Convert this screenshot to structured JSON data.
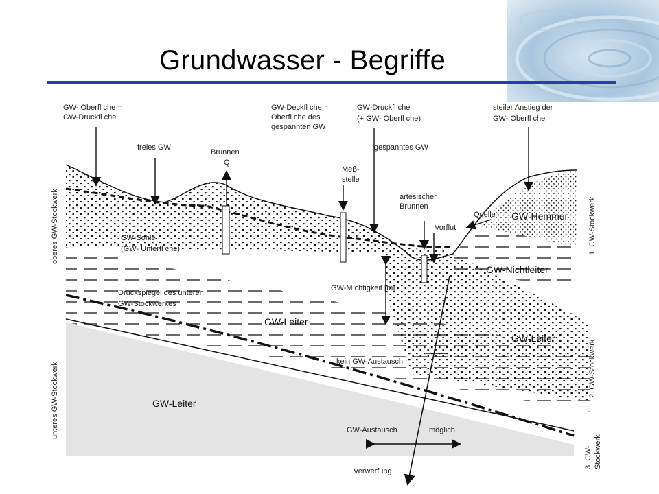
{
  "slide": {
    "title": "Grundwasser - Begriffe",
    "accent_color": "#2b3ba8"
  },
  "diagram": {
    "labels": {
      "gw_oberflaeche_1": "GW- Oberfl che =",
      "gw_oberflaeche_2": "GW-Druckfl che",
      "freies_gw": "freies GW",
      "brunnen_1": "Brunnen",
      "brunnen_2": "Q",
      "gw_deckflaeche_1": "GW-Deckfl che =",
      "gw_deckflaeche_2": "Oberfl che des",
      "gw_deckflaeche_3": "gespannten GW",
      "gw_druckflaeche_1": "GW-Druckfl che",
      "gw_druckflaeche_2": "(+ GW- Oberfl che)",
      "steiler_1": "steiler Anstieg der",
      "steiler_2": "GW- Oberfl che",
      "gespanntes_gw": "gespanntes GW",
      "messstelle_1": "Meß-",
      "messstelle_2": "stelle",
      "artesisch_1": "artesischer",
      "artesisch_2": "Brunnen",
      "quelle": "Quelle",
      "vorflut": "Vorflut",
      "gw_hemmer": "GW-Hemmer",
      "gw_sohle_1": "GW-Sohle",
      "gw_sohle_2": "(GW- Unterfl che)",
      "gw_nichtleiter": "GW-Nichtleiter",
      "gw_maechtigkeit": "GW-M chtigkeit [m]",
      "druckspiegel_1": "Druckspiegel des unteren",
      "druckspiegel_2": "GW-Stockwerkes",
      "gw_leiter_mid": "GW-Leiter",
      "gw_leiter_right": "GW-Leiter",
      "kein_austausch": "kein GW-Austausch",
      "gw_leiter_bottom": "GW-Leiter",
      "austausch_1": "GW-Austausch",
      "austausch_2": "möglich",
      "verwerfung": "Verwerfung",
      "oberes_stockwerk": "oberes GW-Stockwerk",
      "unteres_stockwerk": "unteres GW-Stockwerk",
      "stockwerk_1": "1. GW-Stockwerk",
      "stockwerk_2": "2. GW-Stockwerk",
      "stockwerk_3a": "3. GW-",
      "stockwerk_3b": "Stockwerk"
    }
  }
}
